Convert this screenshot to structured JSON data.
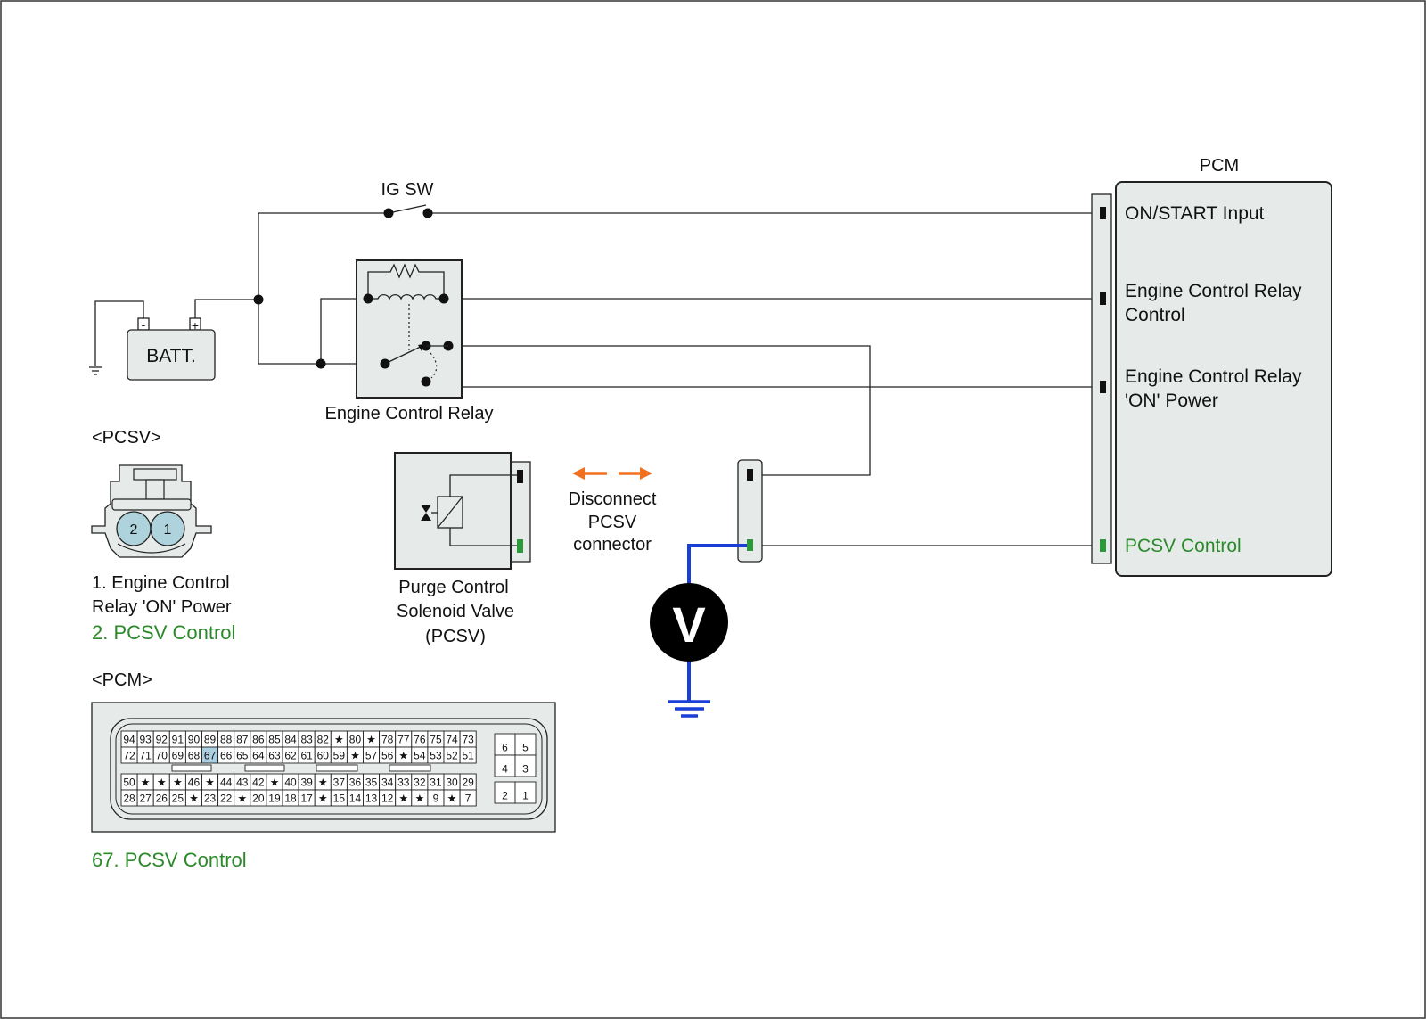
{
  "labels": {
    "pcm_title": "PCM",
    "ig_sw": "IG SW",
    "batt": "BATT.",
    "batt_neg": "-",
    "batt_pos": "+",
    "relay_name": "Engine Control Relay",
    "pcm_on_start": "ON/START Input",
    "pcm_ecr_control_1": "Engine Control Relay",
    "pcm_ecr_control_2": "Control",
    "pcm_ecr_power_1": "Engine Control Relay",
    "pcm_ecr_power_2": "'ON' Power",
    "pcm_pcsv_control": "PCSV Control",
    "pcsv_header": "<PCSV>",
    "pcsv_pin_1": "1",
    "pcsv_pin_2": "2",
    "pcsv_legend_1a": "1. Engine Control",
    "pcsv_legend_1b": "Relay 'ON' Power",
    "pcsv_legend_2": "2. PCSV Control",
    "valve_1": "Purge Control",
    "valve_2": "Solenoid Valve",
    "valve_3": "(PCSV)",
    "disconnect_1": "Disconnect",
    "disconnect_2": "PCSV",
    "disconnect_3": "connector",
    "meter": "V",
    "pcm_header": "<PCM>",
    "pcm_legend": "67. PCSV Control"
  },
  "pcm_connector": {
    "row1": [
      "94",
      "93",
      "92",
      "91",
      "90",
      "89",
      "88",
      "87",
      "86",
      "85",
      "84",
      "83",
      "82",
      "★",
      "80",
      "★",
      "78",
      "77",
      "76",
      "75",
      "74",
      "73"
    ],
    "row2": [
      "72",
      "71",
      "70",
      "69",
      "68",
      "67",
      "66",
      "65",
      "64",
      "63",
      "62",
      "61",
      "60",
      "59",
      "★",
      "57",
      "56",
      "★",
      "54",
      "53",
      "52",
      "51"
    ],
    "row3": [
      "50",
      "★",
      "★",
      "★",
      "46",
      "★",
      "44",
      "43",
      "42",
      "★",
      "40",
      "39",
      "★",
      "37",
      "36",
      "35",
      "34",
      "33",
      "32",
      "31",
      "30",
      "29"
    ],
    "row4": [
      "28",
      "27",
      "26",
      "25",
      "★",
      "23",
      "22",
      "★",
      "20",
      "19",
      "18",
      "17",
      "★",
      "15",
      "14",
      "13",
      "12",
      "★",
      "★",
      "9",
      "★",
      "7"
    ],
    "side": [
      [
        "6",
        "5"
      ],
      [
        "4",
        "3"
      ],
      [
        "2",
        "1"
      ]
    ],
    "highlight_pin": "67"
  },
  "colors": {
    "wire": "#222222",
    "meter_wire": "#1a3fd6",
    "green_text": "#2a8a2a",
    "arrow": "#f07020",
    "connector_fill": "#e6ebea",
    "pin_fill": "#aed3dc",
    "highlight_cell": "#a9cfe0",
    "green_pin": "#2a9a3a"
  }
}
